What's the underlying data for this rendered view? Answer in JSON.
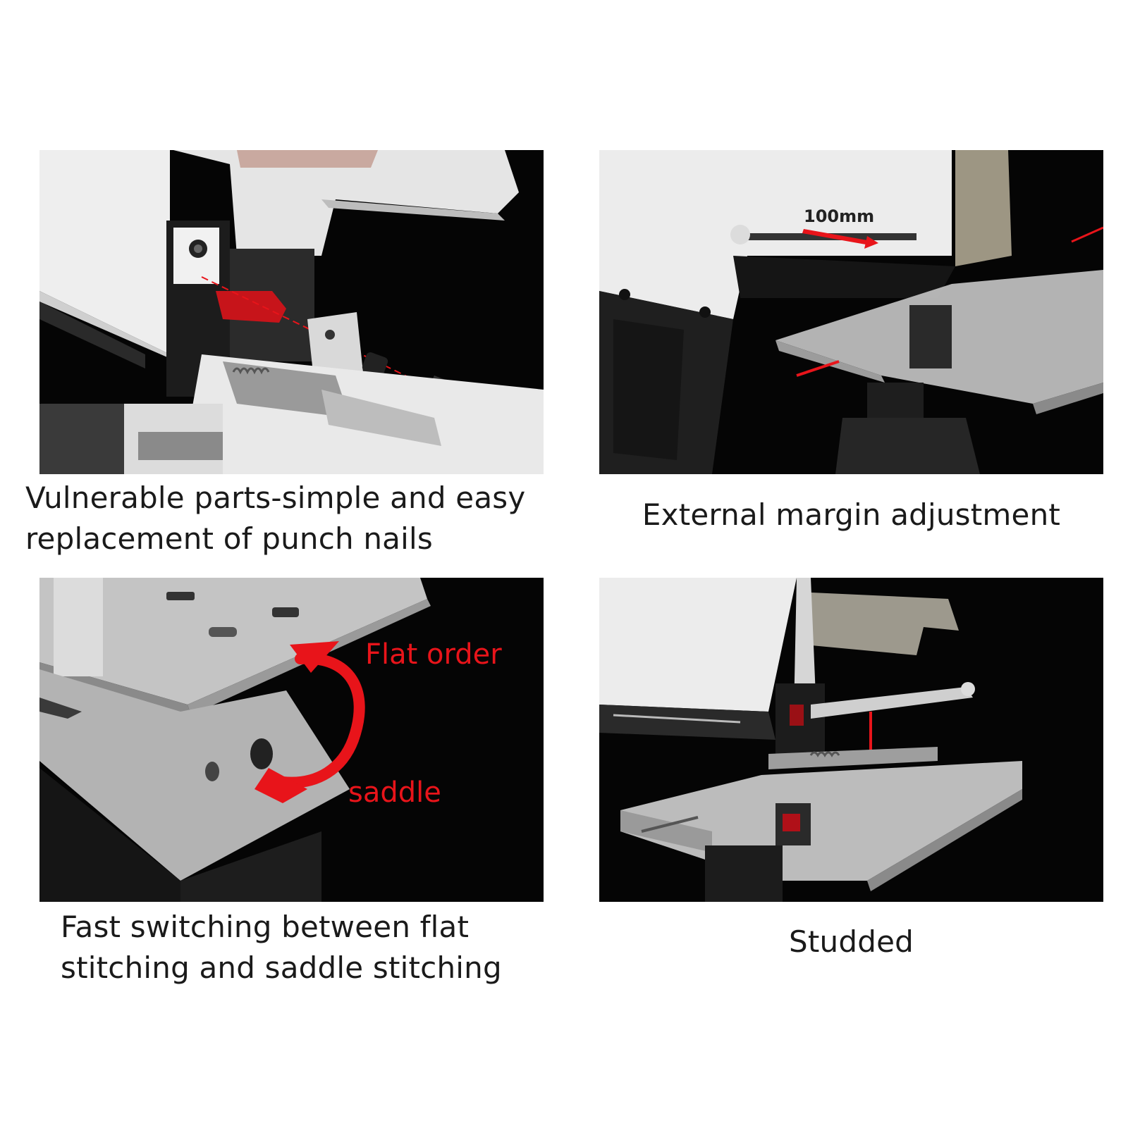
{
  "colors": {
    "background": "#ffffff",
    "panel_background": "#000000",
    "accent_red": "#e8141a",
    "caption_text": "#1a1a1a"
  },
  "panels": [
    {
      "caption_lines": [
        "Vulnerable parts-simple and easy",
        "replacement of punch nails"
      ]
    },
    {
      "overlay_label": "100mm",
      "caption_lines": [
        "External margin adjustment"
      ]
    },
    {
      "overlay_labels": [
        "Flat order",
        "saddle"
      ],
      "caption_lines": [
        "Fast switching between flat",
        "stitching and saddle stitching"
      ]
    },
    {
      "caption_lines": [
        "Studded"
      ]
    }
  ]
}
